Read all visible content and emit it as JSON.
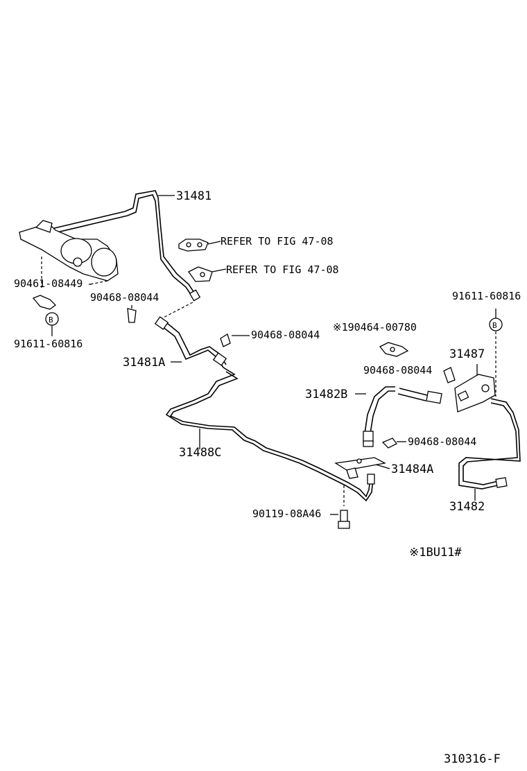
{
  "labels": {
    "p31481": "31481",
    "ref1": "REFER TO FIG 47-08",
    "ref2": "REFER TO FIG 47-08",
    "p90461": "90461-08449",
    "b_left": "B",
    "p91611_left": "91611-60816",
    "p90468_a": "90468-08044",
    "p90468_b": "90468-08044",
    "p190464": "※190464-00780",
    "p91611_right": "91611-60816",
    "b_right": "B",
    "p31481a": "31481A",
    "p31487": "31487",
    "p90468_c": "90468-08044",
    "p31482b": "31482B",
    "p90468_d": "90468-08044",
    "p31488c": "31488C",
    "p31484a": "31484A",
    "p31482": "31482",
    "p90119": "90119-08A46",
    "note": "※1BU11#",
    "figure_id": "310316-F"
  }
}
